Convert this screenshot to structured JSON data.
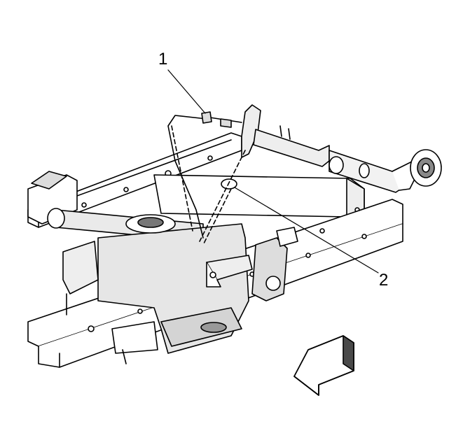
{
  "diagram": {
    "callouts": [
      {
        "id": "1",
        "label": "1"
      },
      {
        "id": "2",
        "label": "2"
      }
    ],
    "colors": {
      "line": "#000000",
      "fill": "#ffffff",
      "shade": "#dcdcdc",
      "dark": "#4a4a4a"
    },
    "icons": [
      "direction-arrow-icon",
      "filler-cap-icon"
    ]
  }
}
